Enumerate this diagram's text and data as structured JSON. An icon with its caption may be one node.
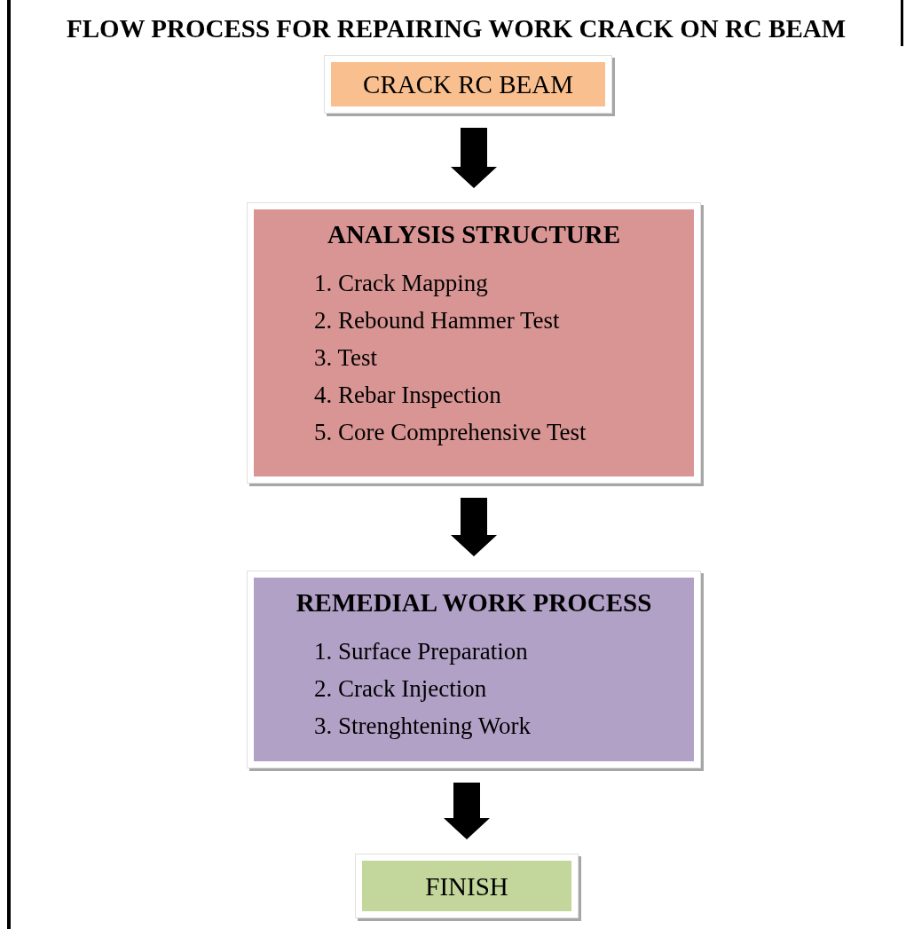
{
  "diagram": {
    "title": "FLOW PROCESS FOR REPAIRING WORK CRACK ON RC BEAM",
    "nodes": [
      {
        "text": [
          "CRACK RC BEAM"
        ]
      },
      {
        "text": [
          "ANALYSIS STRUCTURE",
          "1. Crack Mapping",
          "2. Rebound Hammer Test",
          "3. Test",
          "4. Rebar Inspection",
          "5. Core Comprehensive Test"
        ]
      },
      {
        "text": [
          "REMEDIAL WORK PROCESS",
          "1. Surface Preparation",
          "2. Crack Injection",
          "3. Strenghtening Work"
        ]
      },
      {
        "text": [
          "FINISH"
        ]
      }
    ],
    "edges": [
      {
        "from": 0,
        "to": 1,
        "arrow": "to"
      },
      {
        "from": 1,
        "to": 2,
        "arrow": "to"
      },
      {
        "from": 2,
        "to": 3,
        "arrow": "to"
      }
    ]
  }
}
